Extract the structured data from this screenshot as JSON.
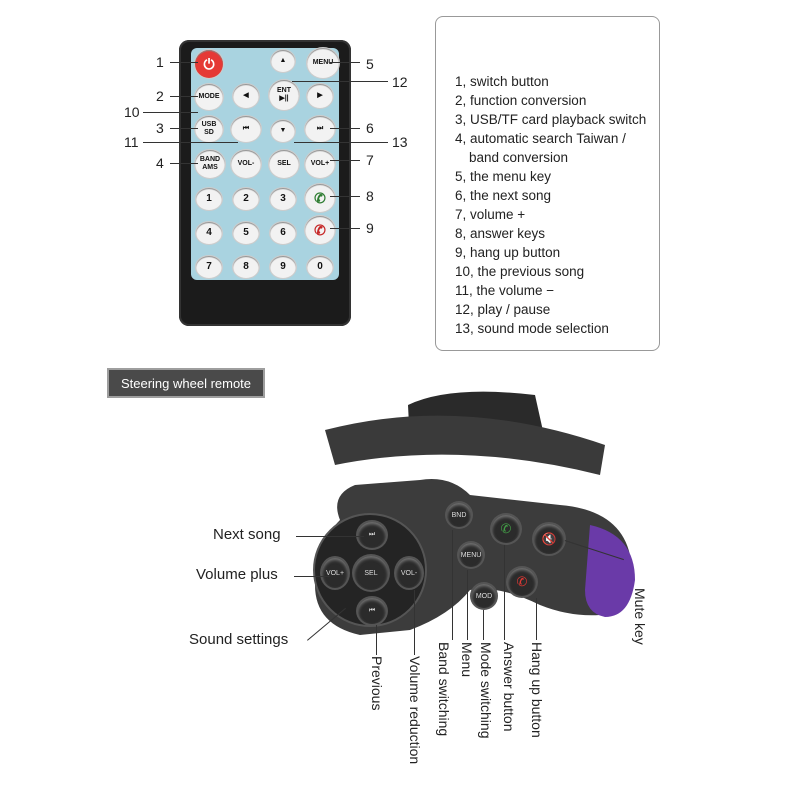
{
  "remote": {
    "callout_numbers": [
      "1",
      "2",
      "3",
      "4",
      "5",
      "6",
      "7",
      "8",
      "9",
      "10",
      "11",
      "12",
      "13"
    ],
    "buttons": {
      "menu": "MENU",
      "mode": "MODE",
      "enter": "ENT\n▶||",
      "usb": "USB\nSD",
      "band": "BAND\nAMS",
      "vol_minus": "VOL-",
      "sel": "SEL",
      "vol_plus": "VOL+",
      "digits": [
        "1",
        "2",
        "3",
        "4",
        "5",
        "6",
        "7",
        "8",
        "9",
        "0"
      ]
    }
  },
  "legend": {
    "items": [
      "1, switch button",
      "2, function conversion",
      "3, USB/TF card playback switch",
      "4, automatic search Taiwan /",
      "band conversion",
      "5, the menu key",
      "6, the next song",
      "7, volume +",
      "8, answer keys",
      "9, hang up button",
      "10, the previous song",
      "11, the volume −",
      "12, play / pause",
      "13, sound mode selection"
    ]
  },
  "section_label": "Steering wheel remote",
  "steering": {
    "left_labels": [
      "Next song",
      "Volume plus",
      "Sound settings"
    ],
    "right_label": "Mute key",
    "bottom_labels": [
      "Previous",
      "Volume reduction",
      "Band switching",
      "Menu",
      "Mode switching",
      "Answer button",
      "Hang up button"
    ],
    "button_text": {
      "vol_plus": "VOL+",
      "vol_minus": "VOL-",
      "sel": "SEL",
      "band": "BND",
      "menu": "MENU",
      "mode": "MOD"
    }
  }
}
